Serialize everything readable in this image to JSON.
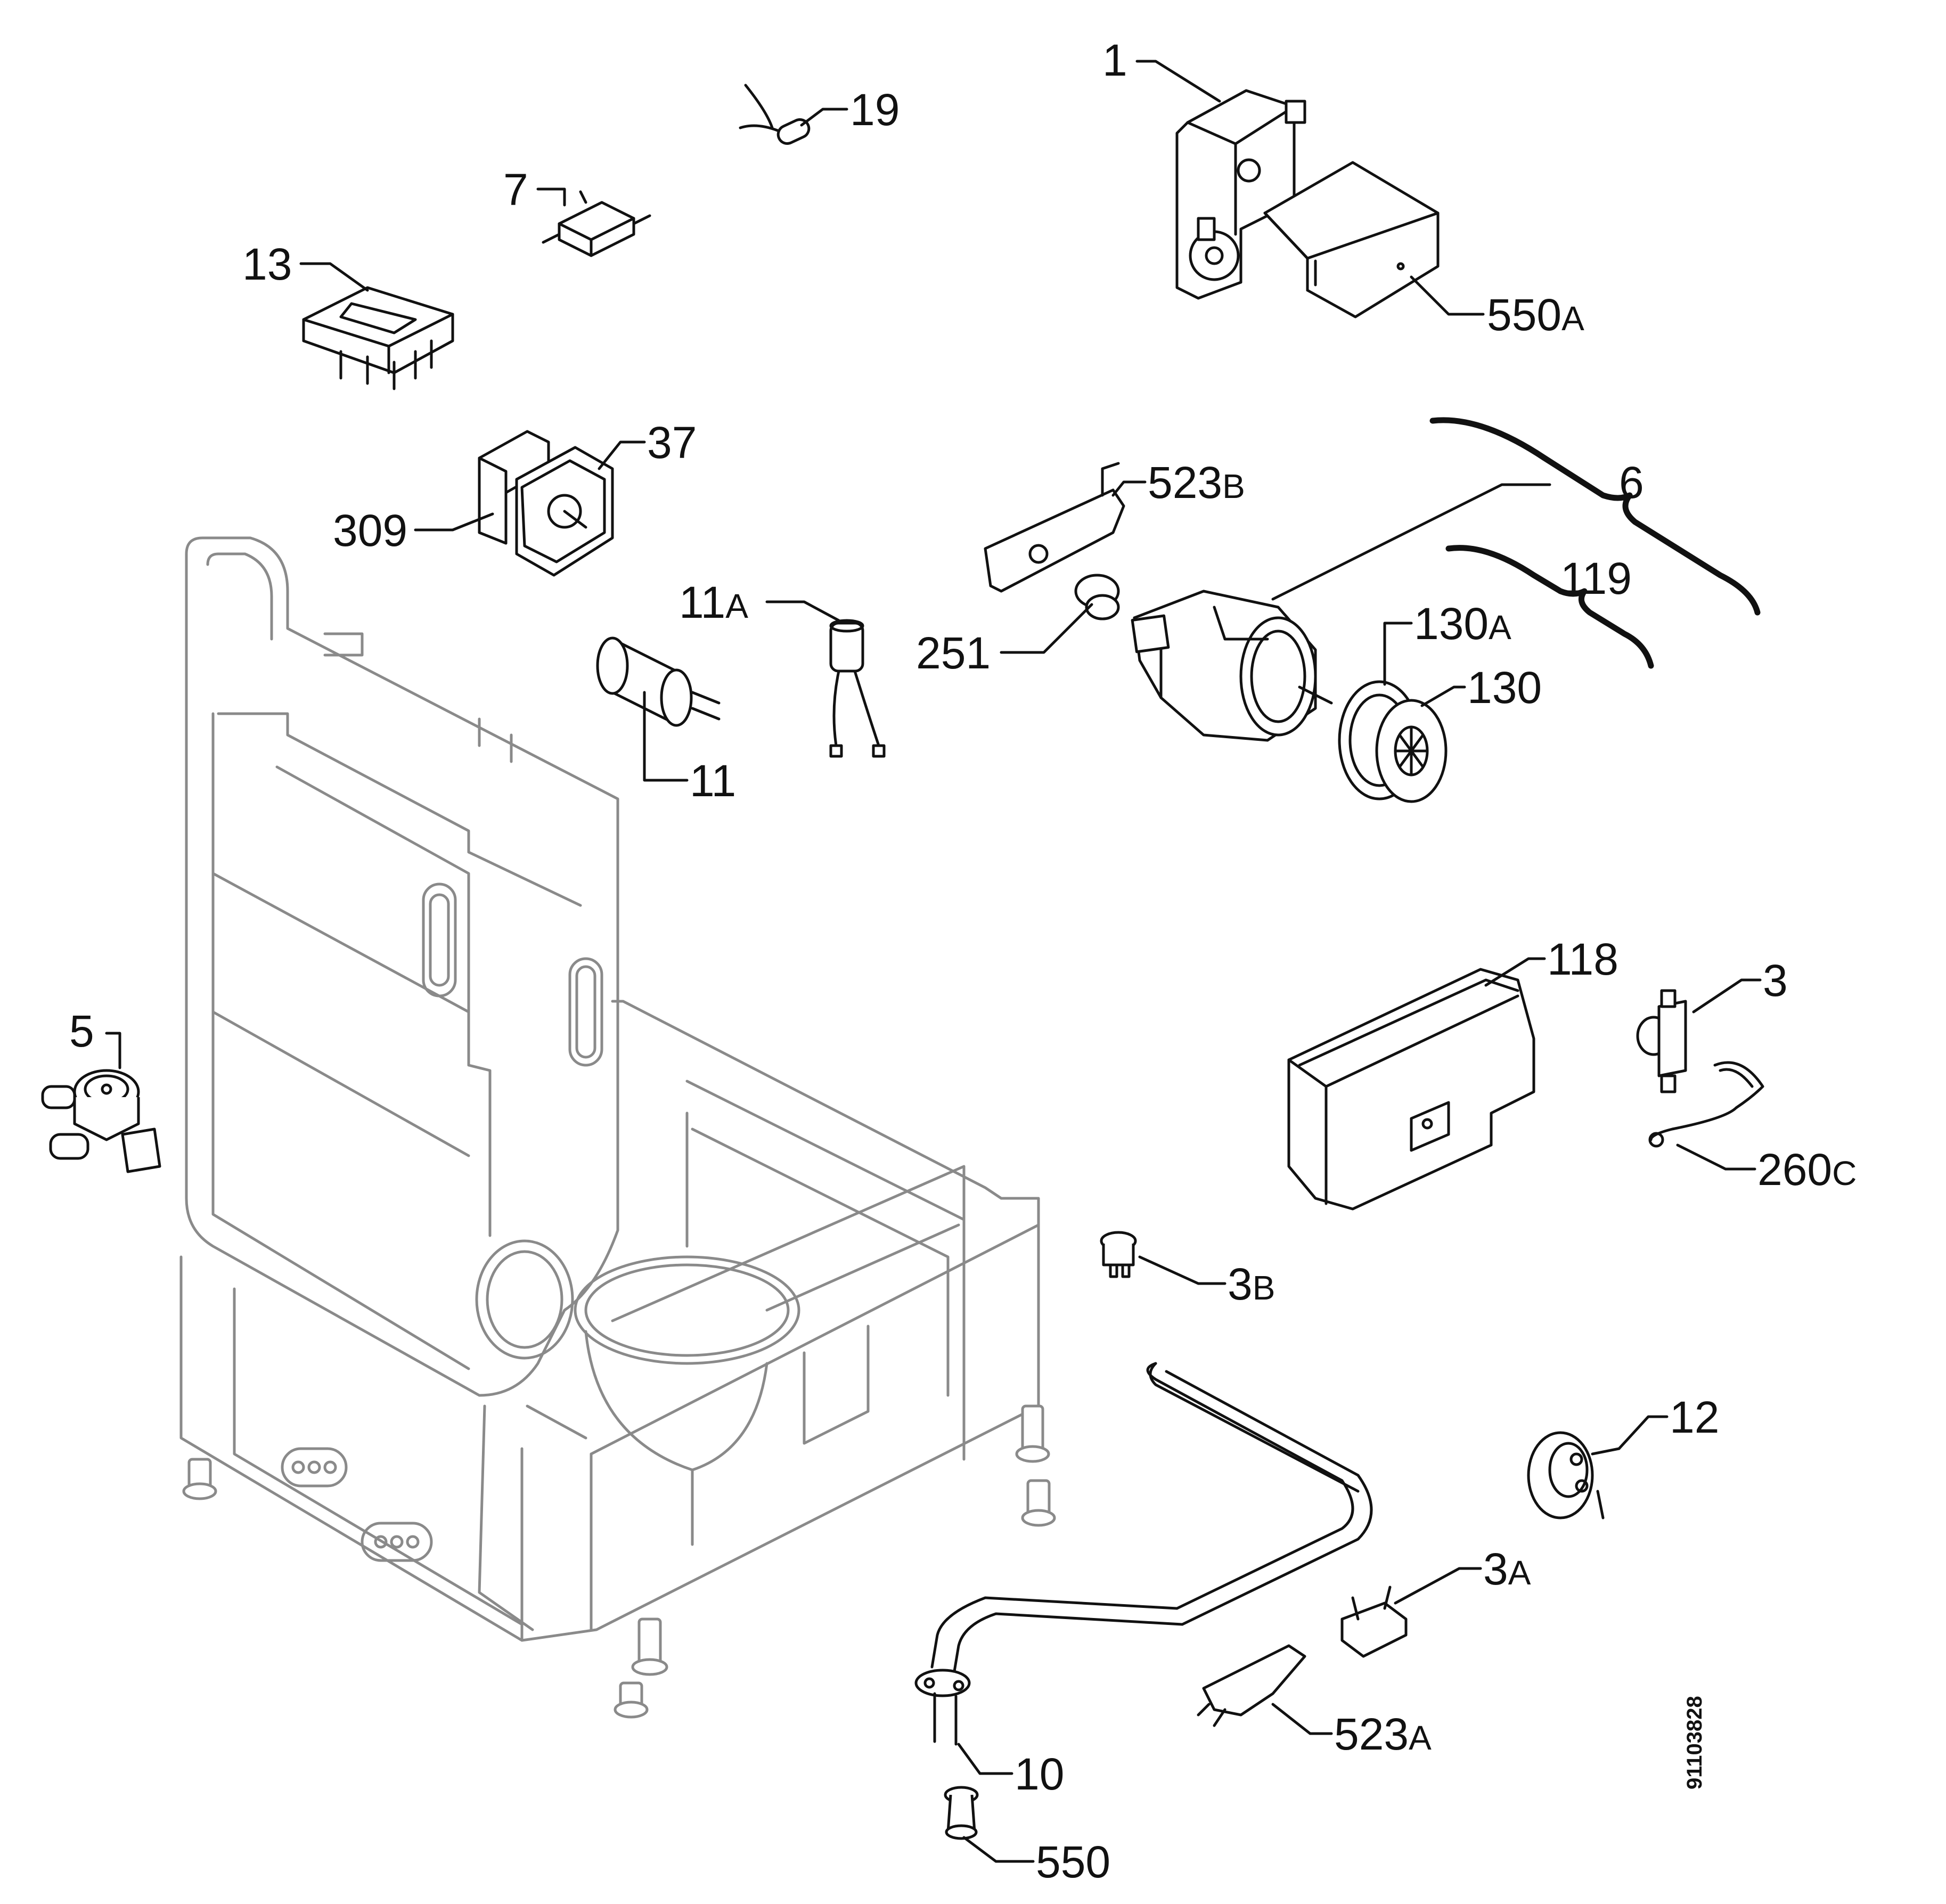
{
  "callouts": [
    {
      "id": "1",
      "num": "1",
      "suffix": ""
    },
    {
      "id": "19",
      "num": "19",
      "suffix": ""
    },
    {
      "id": "7",
      "num": "7",
      "suffix": ""
    },
    {
      "id": "13",
      "num": "13",
      "suffix": ""
    },
    {
      "id": "550A",
      "num": "550",
      "suffix": "A"
    },
    {
      "id": "37",
      "num": "37",
      "suffix": ""
    },
    {
      "id": "309",
      "num": "309",
      "suffix": ""
    },
    {
      "id": "523B",
      "num": "523",
      "suffix": "B"
    },
    {
      "id": "6",
      "num": "6",
      "suffix": ""
    },
    {
      "id": "119",
      "num": "119",
      "suffix": ""
    },
    {
      "id": "11A",
      "num": "11",
      "suffix": "A"
    },
    {
      "id": "251",
      "num": "251",
      "suffix": ""
    },
    {
      "id": "130A",
      "num": "130",
      "suffix": "A"
    },
    {
      "id": "130",
      "num": "130",
      "suffix": ""
    },
    {
      "id": "11",
      "num": "11",
      "suffix": ""
    },
    {
      "id": "118",
      "num": "118",
      "suffix": ""
    },
    {
      "id": "3",
      "num": "3",
      "suffix": ""
    },
    {
      "id": "5",
      "num": "5",
      "suffix": ""
    },
    {
      "id": "260C",
      "num": "260",
      "suffix": "C"
    },
    {
      "id": "3B",
      "num": "3",
      "suffix": "B"
    },
    {
      "id": "12",
      "num": "12",
      "suffix": ""
    },
    {
      "id": "3A",
      "num": "3",
      "suffix": "A"
    },
    {
      "id": "523A",
      "num": "523",
      "suffix": "A"
    },
    {
      "id": "10",
      "num": "10",
      "suffix": ""
    },
    {
      "id": "550",
      "num": "550",
      "suffix": ""
    }
  ],
  "document_number": "91103828",
  "colors": {
    "ink": "#111111",
    "frame": "#8a8a8a",
    "background": "#ffffff"
  }
}
